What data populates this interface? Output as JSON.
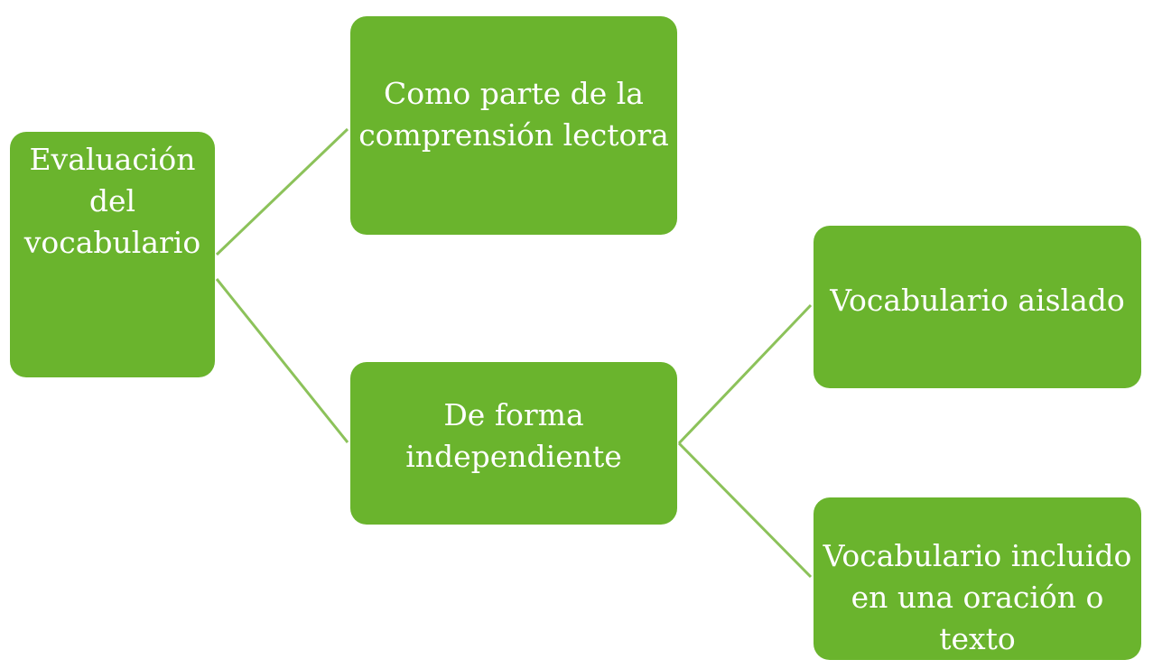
{
  "diagram": {
    "colors": {
      "node_fill": "#6ab42d",
      "connector": "#8cc25a",
      "text": "#ffffff"
    },
    "nodes": {
      "root": {
        "label": "Evaluación\ndel\nvocabulario"
      },
      "comprension": {
        "label": "Como parte de la\ncomprensión lectora"
      },
      "independiente": {
        "label": "De forma\nindependiente"
      },
      "aislado": {
        "label": "Vocabulario aislado"
      },
      "incluido": {
        "label": "Vocabulario incluido\nen una oración o texto"
      }
    }
  }
}
